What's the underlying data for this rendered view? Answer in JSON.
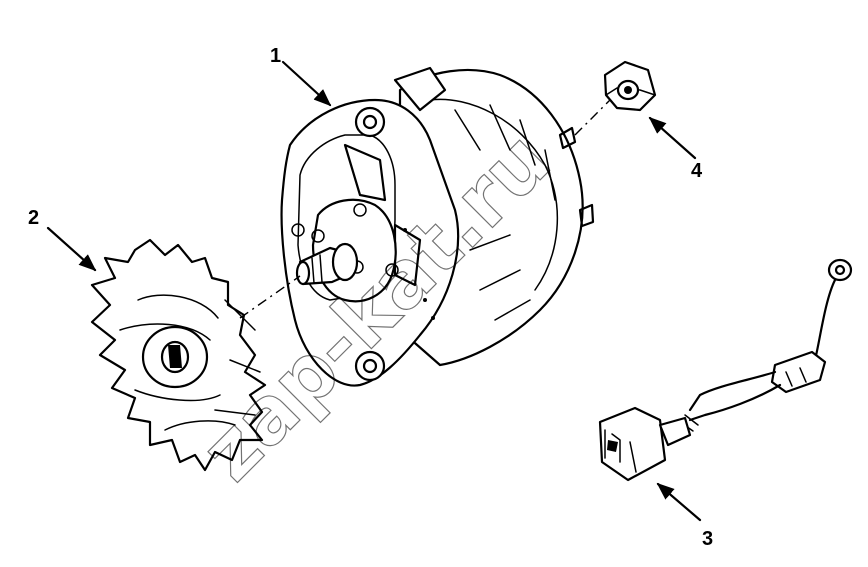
{
  "callouts": [
    {
      "id": "1",
      "label": "1"
    },
    {
      "id": "2",
      "label": "2"
    },
    {
      "id": "3",
      "label": "3"
    },
    {
      "id": "4",
      "label": "4"
    }
  ],
  "watermark": "zap-kat.ru"
}
